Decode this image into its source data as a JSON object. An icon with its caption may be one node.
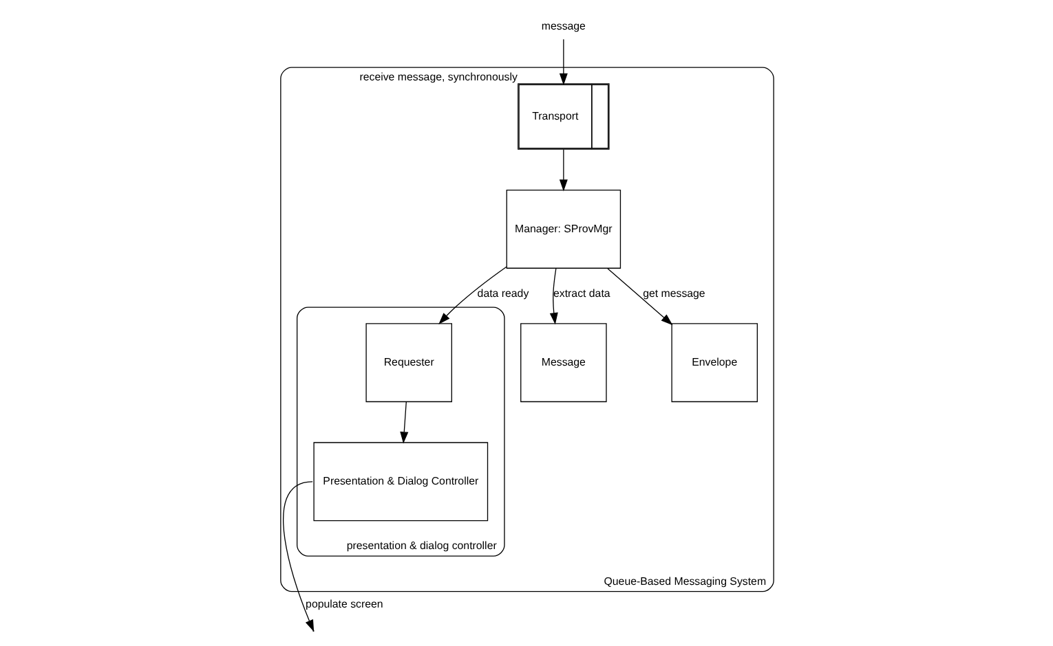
{
  "diagram": {
    "nodes": [
      {
        "text": [
          "Queue-Based Messaging System"
        ]
      },
      {
        "text": [
          "presentation & dialog controller"
        ],
        "in": 0
      },
      {
        "text": [
          "Requester"
        ],
        "in": 1
      },
      {
        "text": [
          "Presentation & Dialog Controller"
        ],
        "in": 1
      },
      {
        "text": [
          "Manager: SProvMgr"
        ],
        "in": 0
      },
      {
        "text": [
          "Transport"
        ],
        "in": 0,
        "beside": [
          "receive message, synchronously"
        ]
      },
      {
        "text": [
          "Message"
        ],
        "in": 0
      },
      {
        "text": [
          "Envelope"
        ],
        "in": 0
      },
      {
        "text": [
          "message"
        ]
      }
    ],
    "edges": [
      {
        "from": 8,
        "to": 5,
        "arrow": "to"
      },
      {
        "from": 5,
        "to": 4,
        "arrow": "to"
      },
      {
        "from": 4,
        "to": 2,
        "arrow": "to",
        "label": "data ready"
      },
      {
        "from": 2,
        "to": 3,
        "arrow": "to"
      },
      {
        "from": 4,
        "to": 6,
        "arrow": "to",
        "label": "extract data"
      },
      {
        "from": 4,
        "to": 7,
        "arrow": "to",
        "label": "get message"
      },
      {
        "from": 3,
        "to": null,
        "arrow": "to",
        "label": "populate screen"
      }
    ]
  }
}
